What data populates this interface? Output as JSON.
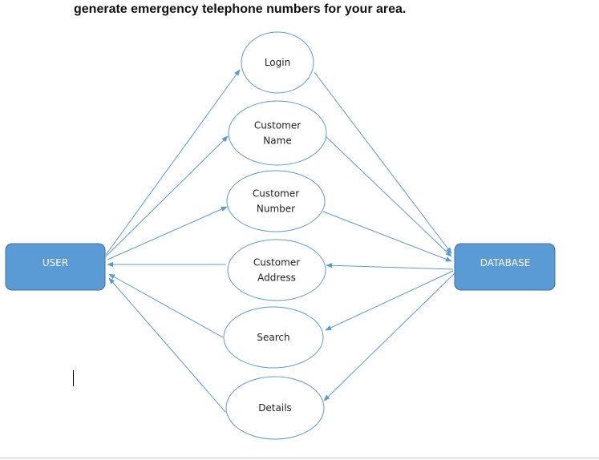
{
  "heading": "generate emergency telephone numbers for your area.",
  "actors": {
    "user": "USER",
    "database": "DATABASE"
  },
  "use_cases": [
    {
      "id": "login",
      "lines": [
        "Login"
      ]
    },
    {
      "id": "customer-name",
      "lines": [
        "Customer",
        "Name"
      ]
    },
    {
      "id": "customer-number",
      "lines": [
        "Customer",
        "Number"
      ]
    },
    {
      "id": "customer-address",
      "lines": [
        "Customer",
        "Address"
      ]
    },
    {
      "id": "search",
      "lines": [
        "Search"
      ]
    },
    {
      "id": "details",
      "lines": [
        "Details"
      ]
    }
  ],
  "colors": {
    "box_fill": "#5b9bd5",
    "box_stroke": "#41719c",
    "line": "#5b9bd5"
  }
}
